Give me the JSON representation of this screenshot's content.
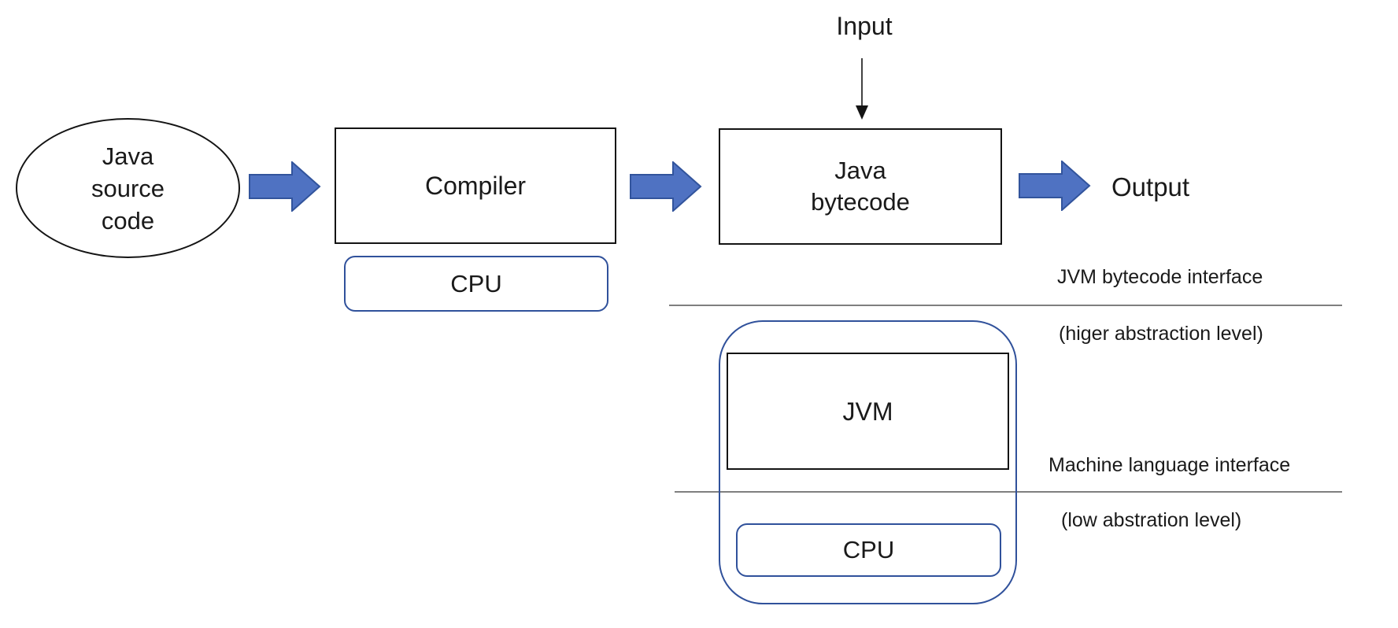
{
  "nodes": {
    "java_source": {
      "lines": [
        "Java",
        "source",
        "code"
      ]
    },
    "compiler": {
      "label": "Compiler"
    },
    "cpu_compiler": {
      "label": "CPU"
    },
    "java_bytecode": {
      "lines": [
        "Java",
        "bytecode"
      ]
    },
    "jvm": {
      "label": "JVM"
    },
    "cpu_jvm": {
      "label": "CPU"
    }
  },
  "flow_labels": {
    "input": "Input",
    "output": "Output"
  },
  "interface_labels": {
    "jvm_bytecode": "JVM bytecode interface",
    "jvm_bytecode_sub": "(higer abstraction level)",
    "machine_language": "Machine language interface",
    "machine_language_sub": "(low abstration level)"
  },
  "colors": {
    "arrow_fill": "#4f72c2",
    "arrow_stroke": "#32549c",
    "blue_border": "#30519b",
    "gray_line": "#7f7f7f",
    "box_border": "#141414",
    "text": "#1a1a1a"
  }
}
